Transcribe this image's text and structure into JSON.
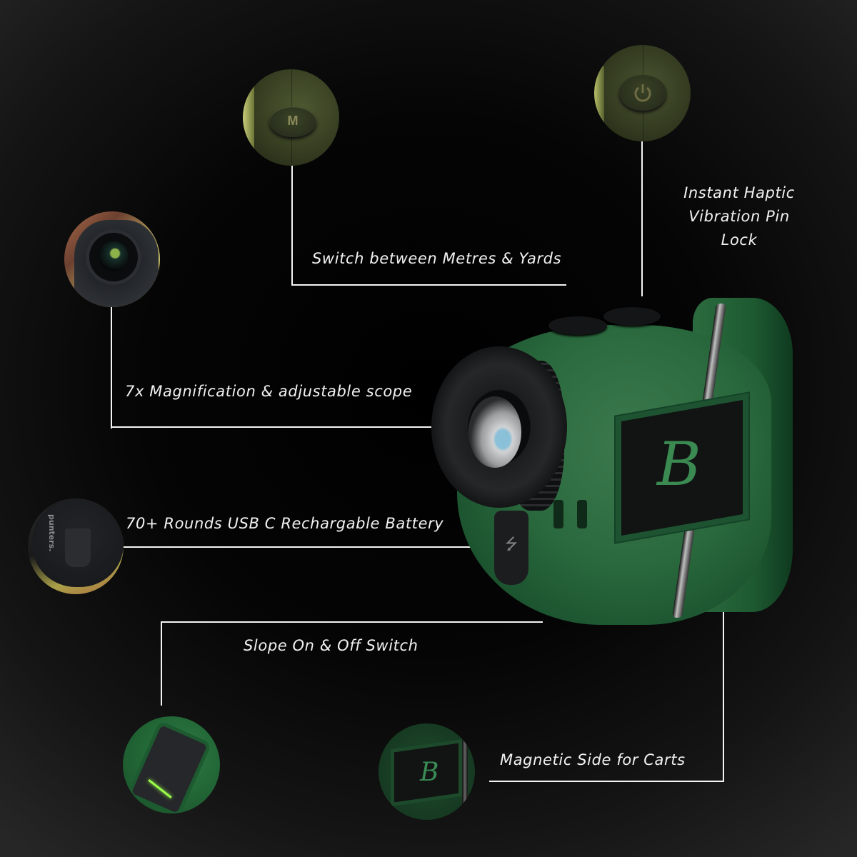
{
  "product": {
    "type": "golf laser rangefinder",
    "body_color": "#2b6a3e",
    "logo_glyph": "B",
    "brand_text": "punters."
  },
  "callouts": [
    {
      "id": "mode-button",
      "label": "Switch between Metres & Yards",
      "thumb_glyph": "M"
    },
    {
      "id": "power-button",
      "label": "Instant Haptic Vibration Pin Lock",
      "label_lines": [
        "Instant Haptic",
        "Vibration Pin",
        "Lock"
      ],
      "thumb_icon": "power-icon"
    },
    {
      "id": "eyepiece",
      "label": "7x Magnification & adjustable scope"
    },
    {
      "id": "usb-port",
      "label": "70+ Rounds USB C Rechargable Battery",
      "thumb_icon": "usb-icon"
    },
    {
      "id": "slope-switch",
      "label": "Slope On & Off Switch"
    },
    {
      "id": "magnetic-side",
      "label": "Magnetic Side for Carts",
      "thumb_glyph": "B"
    }
  ],
  "colors": {
    "background": "#000000",
    "background_edge": "#262626",
    "text": "#f2f2f2",
    "line": "#f5f5f5",
    "accent_green": "#2b6a3e",
    "logo_green": "#3a8a52"
  }
}
